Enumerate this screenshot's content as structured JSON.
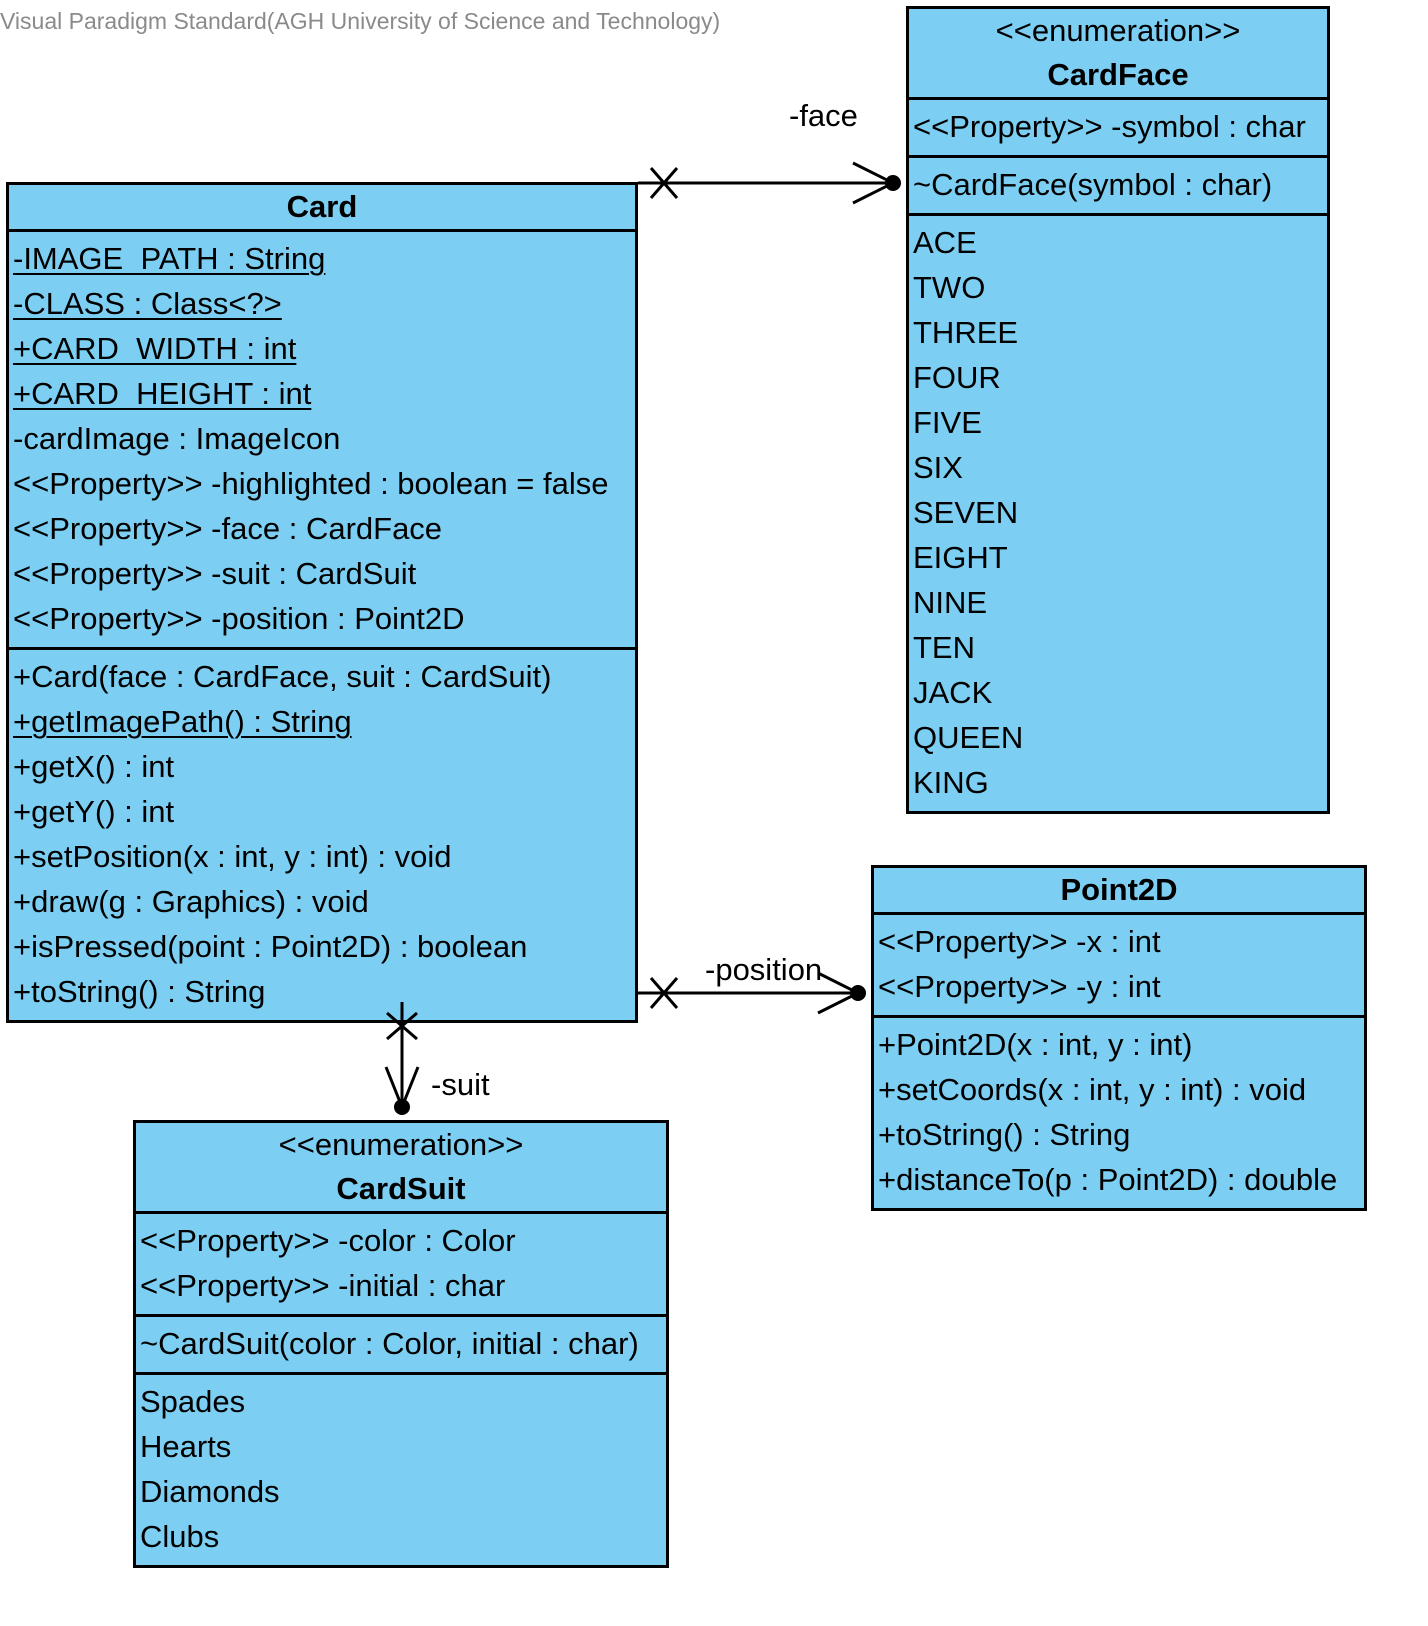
{
  "watermark": "Visual Paradigm Standard(AGH University of Science and Technology)",
  "colors": {
    "class_fill": "#7ccff3",
    "line": "#000000",
    "watermark": "#8a8a8a"
  },
  "card": {
    "name": "Card",
    "attributes": [
      {
        "text": "-IMAGE_PATH : String",
        "static": true
      },
      {
        "text": "-CLASS : Class<?>",
        "static": true
      },
      {
        "text": "+CARD_WIDTH : int",
        "static": true
      },
      {
        "text": "+CARD_HEIGHT : int",
        "static": true
      },
      {
        "text": "-cardImage : ImageIcon",
        "static": false
      },
      {
        "text": "<<Property>> -highlighted : boolean = false",
        "static": false
      },
      {
        "text": "<<Property>> -face : CardFace",
        "static": false
      },
      {
        "text": "<<Property>> -suit : CardSuit",
        "static": false
      },
      {
        "text": "<<Property>> -position : Point2D",
        "static": false
      }
    ],
    "operations": [
      {
        "text": "+Card(face : CardFace, suit : CardSuit)",
        "static": false
      },
      {
        "text": "+getImagePath() : String",
        "static": true
      },
      {
        "text": "+getX() : int",
        "static": false
      },
      {
        "text": "+getY() : int",
        "static": false
      },
      {
        "text": "+setPosition(x : int, y : int) : void",
        "static": false
      },
      {
        "text": "+draw(g : Graphics) : void",
        "static": false
      },
      {
        "text": "+isPressed(point : Point2D) : boolean",
        "static": false
      },
      {
        "text": "+toString() : String",
        "static": false
      }
    ]
  },
  "cardface": {
    "stereotype": "<<enumeration>>",
    "name": "CardFace",
    "attributes": [
      "<<Property>> -symbol : char"
    ],
    "operations": [
      "~CardFace(symbol : char)"
    ],
    "literals": [
      "ACE",
      "TWO",
      "THREE",
      "FOUR",
      "FIVE",
      "SIX",
      "SEVEN",
      "EIGHT",
      "NINE",
      "TEN",
      "JACK",
      "QUEEN",
      "KING"
    ]
  },
  "point2d": {
    "name": "Point2D",
    "attributes": [
      "<<Property>> -x : int",
      "<<Property>> -y : int"
    ],
    "operations": [
      "+Point2D(x : int, y : int)",
      "+setCoords(x : int, y : int) : void",
      "+toString() : String",
      "+distanceTo(p : Point2D) : double"
    ]
  },
  "cardsuit": {
    "stereotype": "<<enumeration>>",
    "name": "CardSuit",
    "attributes": [
      "<<Property>> -color : Color",
      "<<Property>> -initial : char"
    ],
    "operations": [
      "~CardSuit(color : Color, initial : char)"
    ],
    "literals": [
      "Spades",
      "Hearts",
      "Diamonds",
      "Clubs"
    ]
  },
  "associations": [
    {
      "from": "Card",
      "to": "CardFace",
      "role": "-face"
    },
    {
      "from": "Card",
      "to": "Point2D",
      "role": "-position"
    },
    {
      "from": "Card",
      "to": "CardSuit",
      "role": "-suit"
    }
  ]
}
